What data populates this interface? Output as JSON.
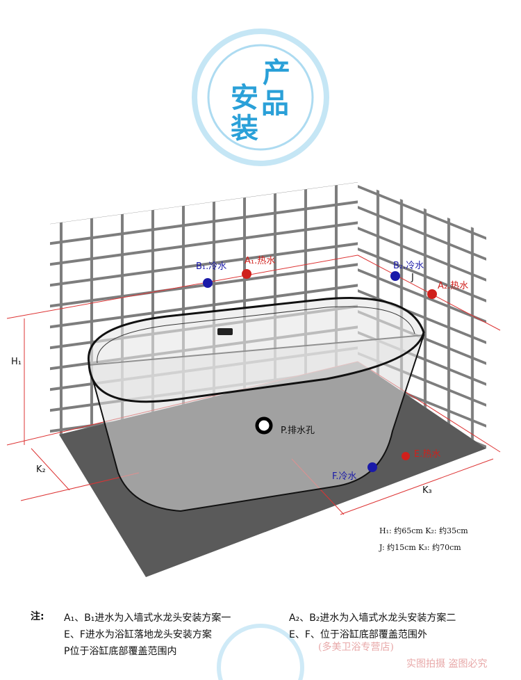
{
  "title": {
    "chars": [
      "产",
      "品",
      "安",
      "装"
    ]
  },
  "labels": {
    "b1": "B₁.冷水",
    "a1": "A₁.热水",
    "b2": "B₂.冷水",
    "a2": "A₂.热水",
    "j": "J",
    "p": "P.排水孔",
    "e": "E.热水",
    "f": "F.冷水",
    "h1": "H₁",
    "k2": "K₂",
    "k3": "K₃"
  },
  "dimensions": {
    "row1": "H₁: 约65cm  K₂: 约35cm",
    "row2": "J: 约15cm  K₃: 约70cm"
  },
  "notes": {
    "prefix": "注:",
    "n1": "A₁、B₁进水为入墙式水龙头安装方案一",
    "n2": "A₂、B₂进水为入墙式水龙头安装方案二",
    "n3": "E、F进水为浴缸落地龙头安装方案",
    "n4": "E、F、位于浴缸底部覆盖范围外",
    "n5": "P位于浴缸底部覆盖范围内"
  },
  "watermark": {
    "shop": "(多美卫浴专营店)",
    "copyright": "实图拍摄  盗图必究"
  },
  "colors": {
    "cold": "#1a1aa8",
    "hot": "#d0201c",
    "accent": "#2aa0d8"
  }
}
